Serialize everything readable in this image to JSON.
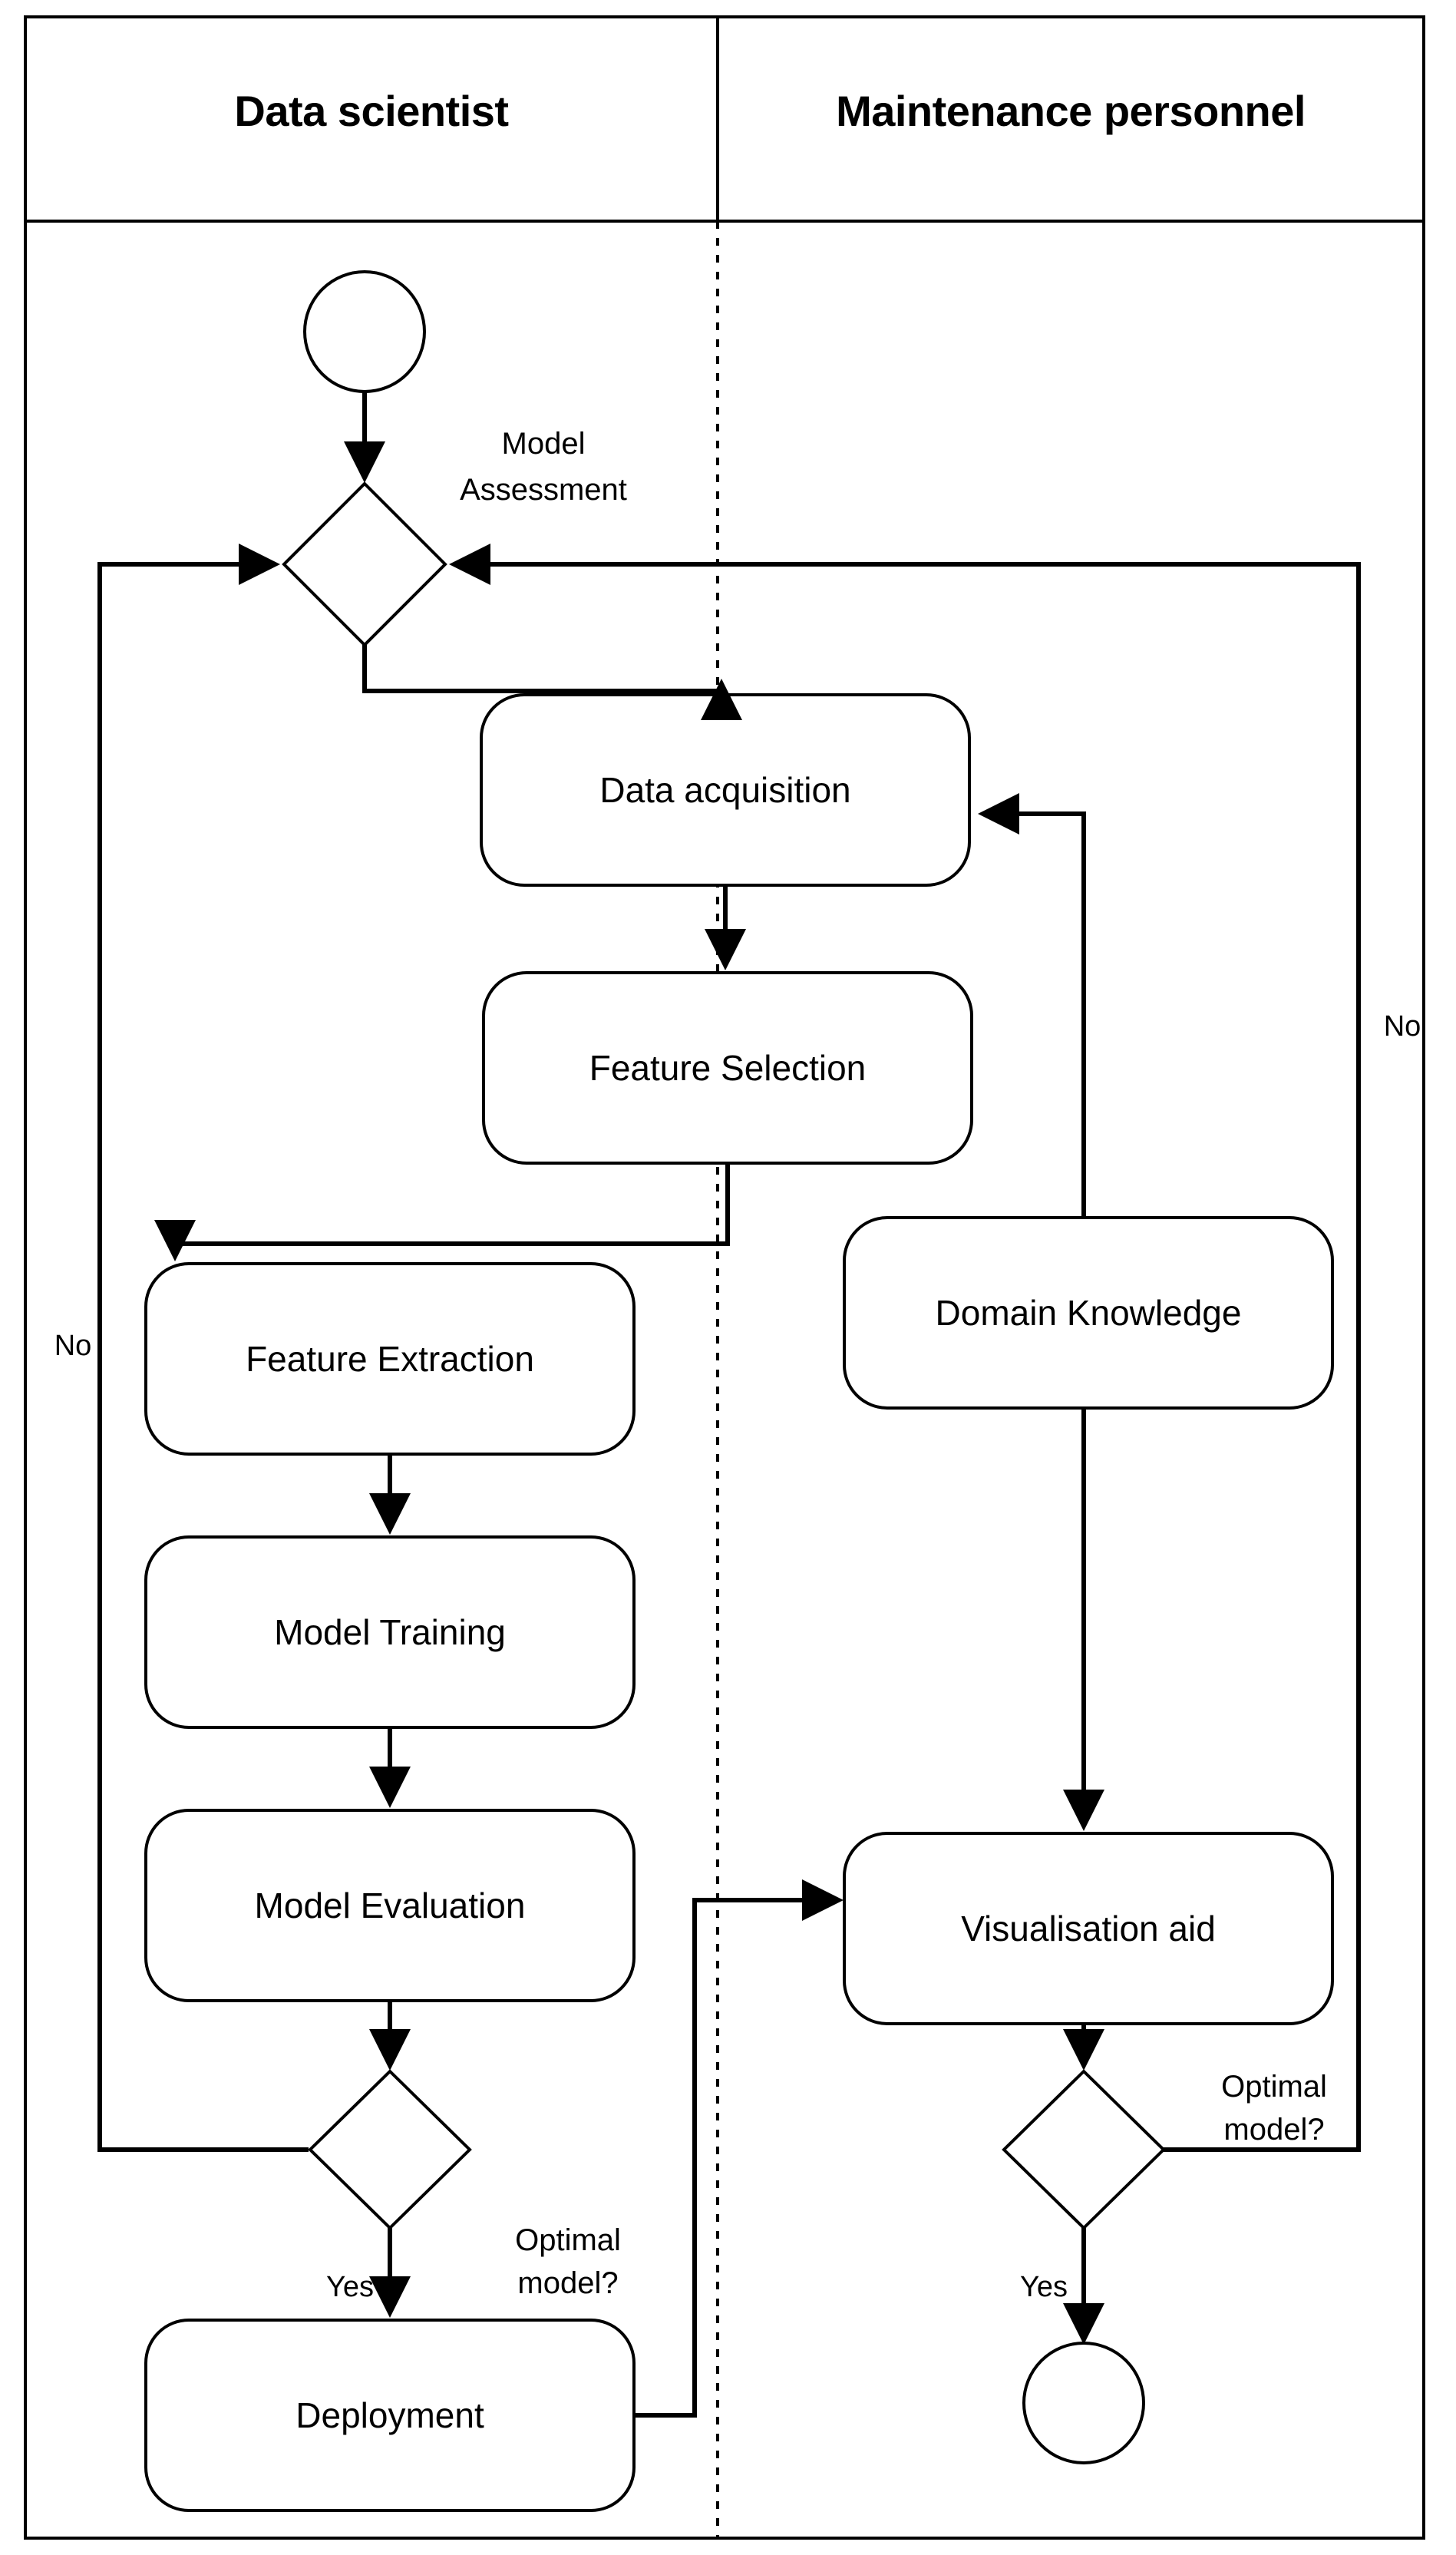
{
  "diagram": {
    "type": "uml-activity-swimlane",
    "title_visible": false,
    "lanes": [
      {
        "id": "lane-data-scientist",
        "label": "Data scientist"
      },
      {
        "id": "lane-maintenance-personnel",
        "label": "Maintenance personnel"
      }
    ],
    "nodes": [
      {
        "id": "start-node",
        "kind": "initial-node",
        "label": ""
      },
      {
        "id": "model-assessment-decision",
        "kind": "decision",
        "label": "Model Assessment"
      },
      {
        "id": "data-acquisition",
        "kind": "activity",
        "label": "Data acquisition"
      },
      {
        "id": "feature-selection",
        "kind": "activity",
        "label": "Feature Selection"
      },
      {
        "id": "feature-extraction",
        "kind": "activity",
        "label": "Feature Extraction"
      },
      {
        "id": "model-training",
        "kind": "activity",
        "label": "Model Training"
      },
      {
        "id": "model-evaluation",
        "kind": "activity",
        "label": "Model Evaluation"
      },
      {
        "id": "optimal-model-decision-left",
        "kind": "decision",
        "label": "Optimal model?"
      },
      {
        "id": "deployment",
        "kind": "activity",
        "label": "Deployment"
      },
      {
        "id": "domain-knowledge",
        "kind": "activity",
        "label": "Domain Knowledge"
      },
      {
        "id": "visualisation-aid",
        "kind": "activity",
        "label": "Visualisation aid"
      },
      {
        "id": "optimal-model-decision-right",
        "kind": "decision",
        "label": "Optimal model?"
      },
      {
        "id": "end-node",
        "kind": "final-node",
        "label": ""
      }
    ],
    "edge_labels": {
      "no_left": "No",
      "no_right": "No",
      "yes_left": "Yes",
      "yes_right": "Yes"
    },
    "colors": {
      "stroke": "#000000",
      "background": "#ffffff",
      "text": "#000000"
    }
  },
  "labels": {
    "lane_data_scientist": "Data scientist",
    "lane_maintenance_personnel": "Maintenance personnel",
    "model_assessment": "Model Assessment",
    "model_assessment_line1": "Model",
    "model_assessment_line2": "Assessment",
    "data_acquisition": "Data acquisition",
    "feature_selection": "Feature Selection",
    "feature_extraction": "Feature Extraction",
    "model_training": "Model Training",
    "model_evaluation": "Model Evaluation",
    "deployment": "Deployment",
    "domain_knowledge": "Domain Knowledge",
    "visualisation_aid": "Visualisation aid",
    "optimal_line1": "Optimal",
    "optimal_line2": "model?",
    "optimal_right_line1": "Optimal",
    "optimal_right_line2": "model?",
    "no_left": "No",
    "no_right": "No",
    "yes_left": "Yes",
    "yes_right": "Yes"
  }
}
